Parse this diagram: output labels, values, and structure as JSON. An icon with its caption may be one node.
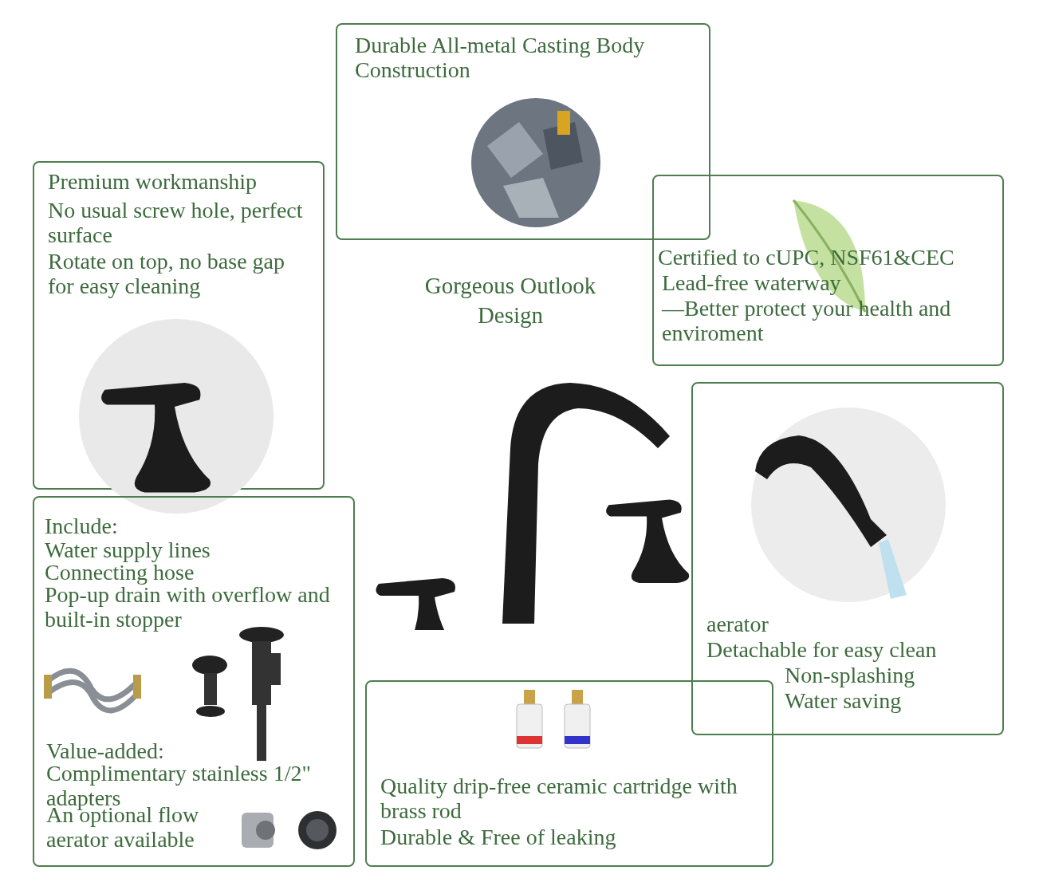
{
  "diagram": {
    "nodes": [
      {
        "text": [
          "Durable All-metal Casting Body Construction"
        ]
      },
      {
        "text": [
          "Premium workmanship",
          "No usual screw hole, perfect surface",
          "Rotate on top, no base gap for easy cleaning"
        ]
      },
      {
        "text": [
          "Certified to cUPC, NSF61&CEC",
          "Lead-free waterway",
          "—Better protect your health and enviroment"
        ]
      },
      {
        "text": [
          "aerator",
          "Detachable for easy clean",
          "Non-splashing",
          "Water saving"
        ]
      },
      {
        "text": [
          "Include:",
          "Water supply lines",
          "Connecting hose",
          "Pop-up drain with overflow and built-in stopper",
          "Value-added:",
          "Complimentary stainless 1/2\" adapters",
          "An optional flow aerator available"
        ]
      },
      {
        "text": [
          "Quality drip-free ceramic cartridge with brass rod",
          "Durable & Free of leaking"
        ]
      }
    ],
    "labels": [
      "Gorgeous Outlook Design"
    ]
  }
}
